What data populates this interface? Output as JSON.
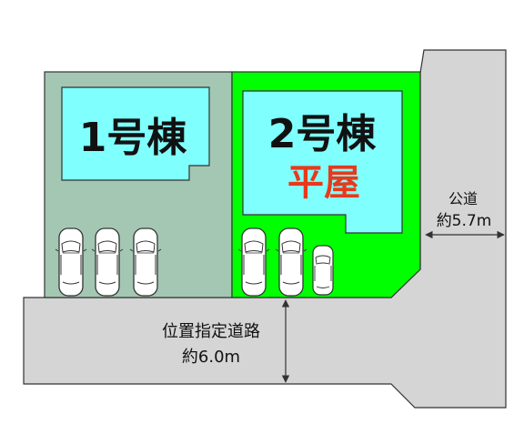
{
  "lots": [
    {
      "name": "1号棟",
      "subtitle": "",
      "lot_color": "#a3c7b3",
      "building_color": "#80ffff"
    },
    {
      "name": "2号棟",
      "subtitle": "平屋",
      "lot_color": "#00ff00",
      "building_color": "#80ffff",
      "subtitle_color": "#e8391c"
    }
  ],
  "roads": {
    "public_road": {
      "label": "公道",
      "width": "約5.7m"
    },
    "designated_road": {
      "label": "位置指定道路",
      "width": "約6.0m"
    }
  },
  "colors": {
    "road": "#d5d5d5",
    "outline": "#333333"
  },
  "parking": {
    "lot1_cars": 3,
    "lot2_cars": 2,
    "lot2_small_cars": 1
  }
}
